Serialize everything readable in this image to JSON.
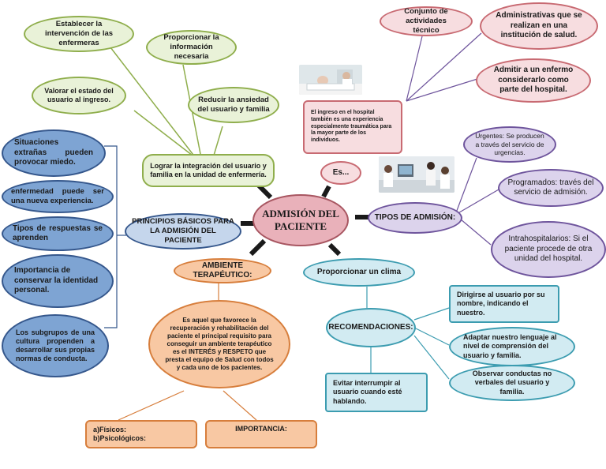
{
  "center": {
    "title": "ADMISIÓN DEL PACIENTE"
  },
  "green": {
    "main": "Lograr la integración del usuario y familia en la unidad de enfermería.",
    "n1": "Establecer la intervención de las enfermeras",
    "n2": "Proporcionar la información necesaria",
    "n3": "Valorar el estado del usuario al ingreso.",
    "n4": "Reducir la ansiedad del usuario y familia"
  },
  "pink": {
    "es": "Es...",
    "definicion": "El ingreso en el hospital también es una experiencia especialmente traumática para la mayor parte de los individuos.",
    "conjunto": "Conjunto de actividades técnico",
    "administrativas": "Administrativas que se realizan en una institución de salud.",
    "admitir": "Admitir a un enfermo considerarlo como parte del hospital."
  },
  "blue": {
    "principios": "PRINCIPIOS BÁSICOS PARA LA ADMISIÓN DEL PACIENTE",
    "b1": "Situaciones extrañas pueden provocar miedo.",
    "b2": "enfermedad puede ser una nueva experiencia.",
    "b3": "Tipos de respuestas se aprenden",
    "b4": "Importancia de conservar la identidad personal.",
    "b5": "Los subgrupos de una cultura propenden a desarrollar sus propias normas de conducta."
  },
  "purple": {
    "tipos": "TIPOS DE ADMISIÓN:",
    "urgentes": "Urgentes: Se producen a través del servicio de urgencias.",
    "programados": "Programados: través del servicio de admisión.",
    "intra": "Intrahospitalarios: Si el paciente procede de otra unidad del hospital."
  },
  "teal": {
    "clima": "Proporcionar un clima",
    "recomendaciones": "RECOMENDACIONES:",
    "r1": "Dirigirse al usuario por su nombre, indicando el nuestro.",
    "r2": "Adaptar nuestro lenguaje al nivel de comprensión del usuario y familia.",
    "r3": "Observar conductas no verbales del usuario y familia.",
    "r4": "Evitar interrumpir al usuario cuando esté hablando."
  },
  "orange": {
    "ambiente": "AMBIENTE TERAPÉUTICO:",
    "desc": "Es aquel que favorece la recuperación y rehabilitación del paciente el principal requisito para conseguir un ambiente terapéutico es el INTERÉS y RESPETO que presta el equipo de Salud con todos y cada uno de los pacientes.",
    "fisicos": "a)Físicos:",
    "psicologicos": "b)Psicológicos:",
    "importancia": "IMPORTANCIA:"
  }
}
